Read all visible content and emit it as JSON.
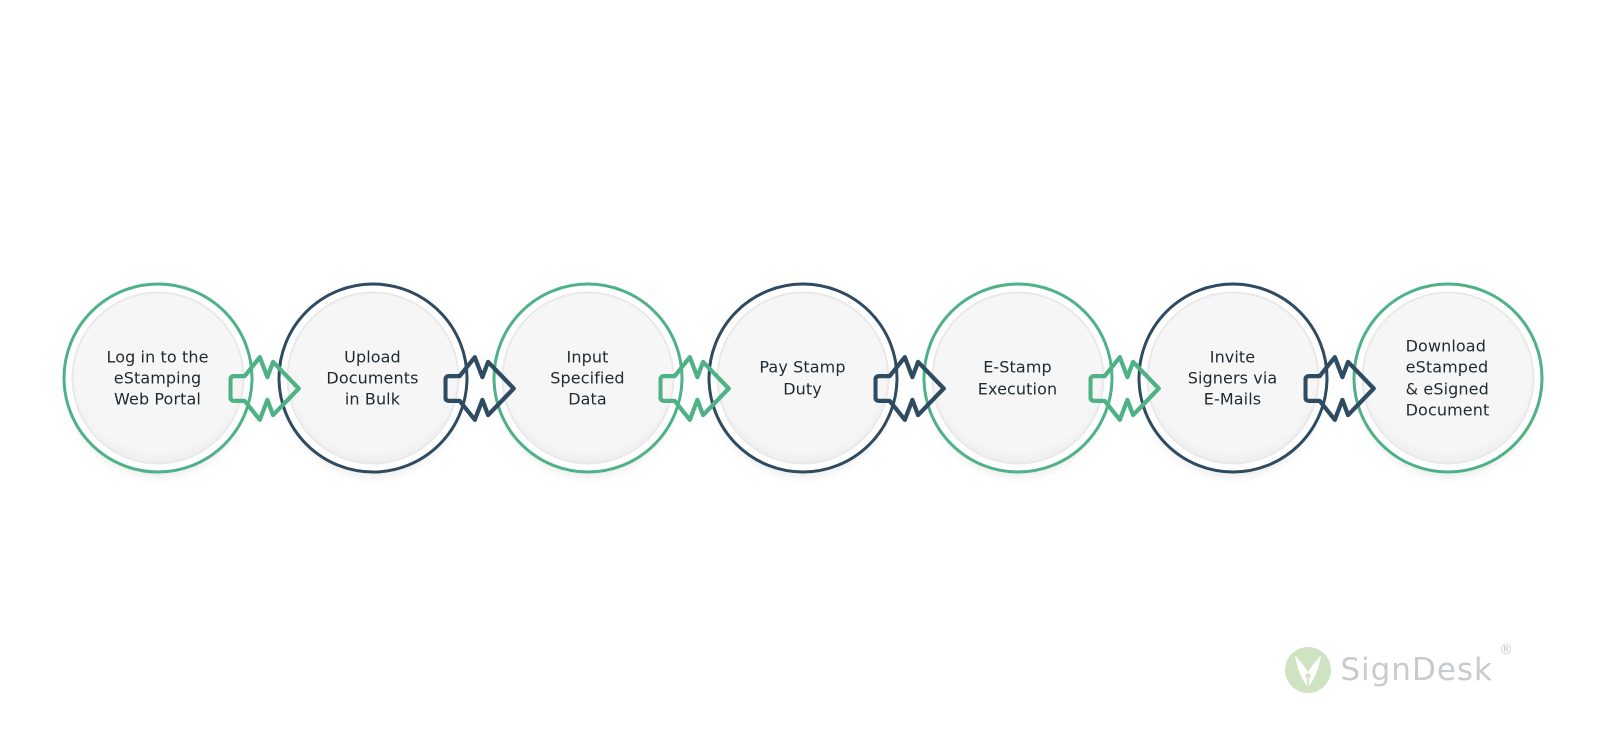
{
  "colors": {
    "green": "#4FB286",
    "navy": "#2F4B62",
    "text": "#1F2A30",
    "circle_fill": "#F6F6F7",
    "logo_green": "#CFE3C3",
    "logo_gray": "#C8CBCD",
    "background": "#FFFFFF"
  },
  "steps": [
    {
      "label": "Log in to the\neStamping\nWeb Portal",
      "color": "green"
    },
    {
      "label": "Upload\nDocuments\nin Bulk",
      "color": "navy"
    },
    {
      "label": "Input\nSpecified\nData",
      "color": "green"
    },
    {
      "label": "Pay Stamp\nDuty",
      "color": "navy"
    },
    {
      "label": "E-Stamp\nExecution",
      "color": "green"
    },
    {
      "label": "Invite\nSigners via\nE-Mails",
      "color": "navy"
    },
    {
      "label": "Download\neStamped\n& eSigned\nDocument",
      "color": "green",
      "align": "left"
    }
  ],
  "arrows": [
    {
      "color": "green"
    },
    {
      "color": "navy"
    },
    {
      "color": "green"
    },
    {
      "color": "navy"
    },
    {
      "color": "green"
    },
    {
      "color": "navy"
    }
  ],
  "logo": {
    "name": "SignDesk",
    "registered": "®"
  }
}
